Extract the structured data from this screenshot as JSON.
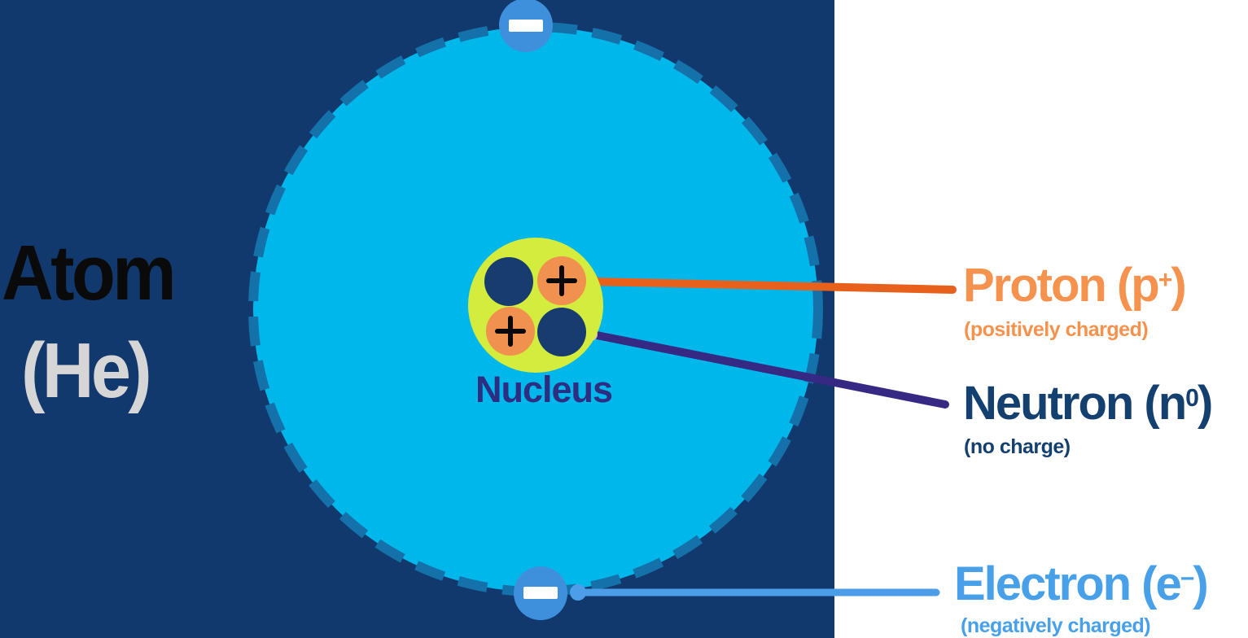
{
  "title": {
    "main": "Atom",
    "symbol": "(He)"
  },
  "diagram": {
    "nucleus_label": "Nucleus",
    "particle_counts": {
      "protons": 2,
      "neutrons": 2,
      "electrons": 2
    },
    "icons": {
      "proton_sign": "plus",
      "electron_sign": "minus"
    }
  },
  "legend": [
    {
      "id": "proton",
      "prefix": "Proton (p",
      "sup": "+",
      "suffix": ")",
      "subtitle": "(positively charged)"
    },
    {
      "id": "neutron",
      "prefix": "Neutron (n",
      "sup": "0",
      "suffix": ")",
      "subtitle": "(no charge)"
    },
    {
      "id": "electron",
      "prefix": "Electron (e",
      "sup": "−",
      "suffix": ")",
      "subtitle": "(negatively charged)"
    }
  ],
  "colors": {
    "background_panel": "#11396d",
    "background_right": "#ffffff",
    "orbit_fill": "#00b7ec",
    "orbit_dash": "#1571a9",
    "electron_fill": "#3f90dc",
    "nucleus_fill": "#d3ec3d",
    "proton_fill": "#f0914f",
    "neutron_fill": "#173c6f",
    "proton_text": "#f5924e",
    "proton_line": "#e8611c",
    "neutron_text": "#14406f",
    "neutron_line": "#352983",
    "neutron_dot": "#e0c2a8",
    "electron_text": "#47a0e8",
    "electron_line": "#4d9ee9",
    "title_text": "#0a0a0a",
    "symbol_text": "#d6d6d6",
    "nucleus_label_text": "#2d2d82"
  }
}
